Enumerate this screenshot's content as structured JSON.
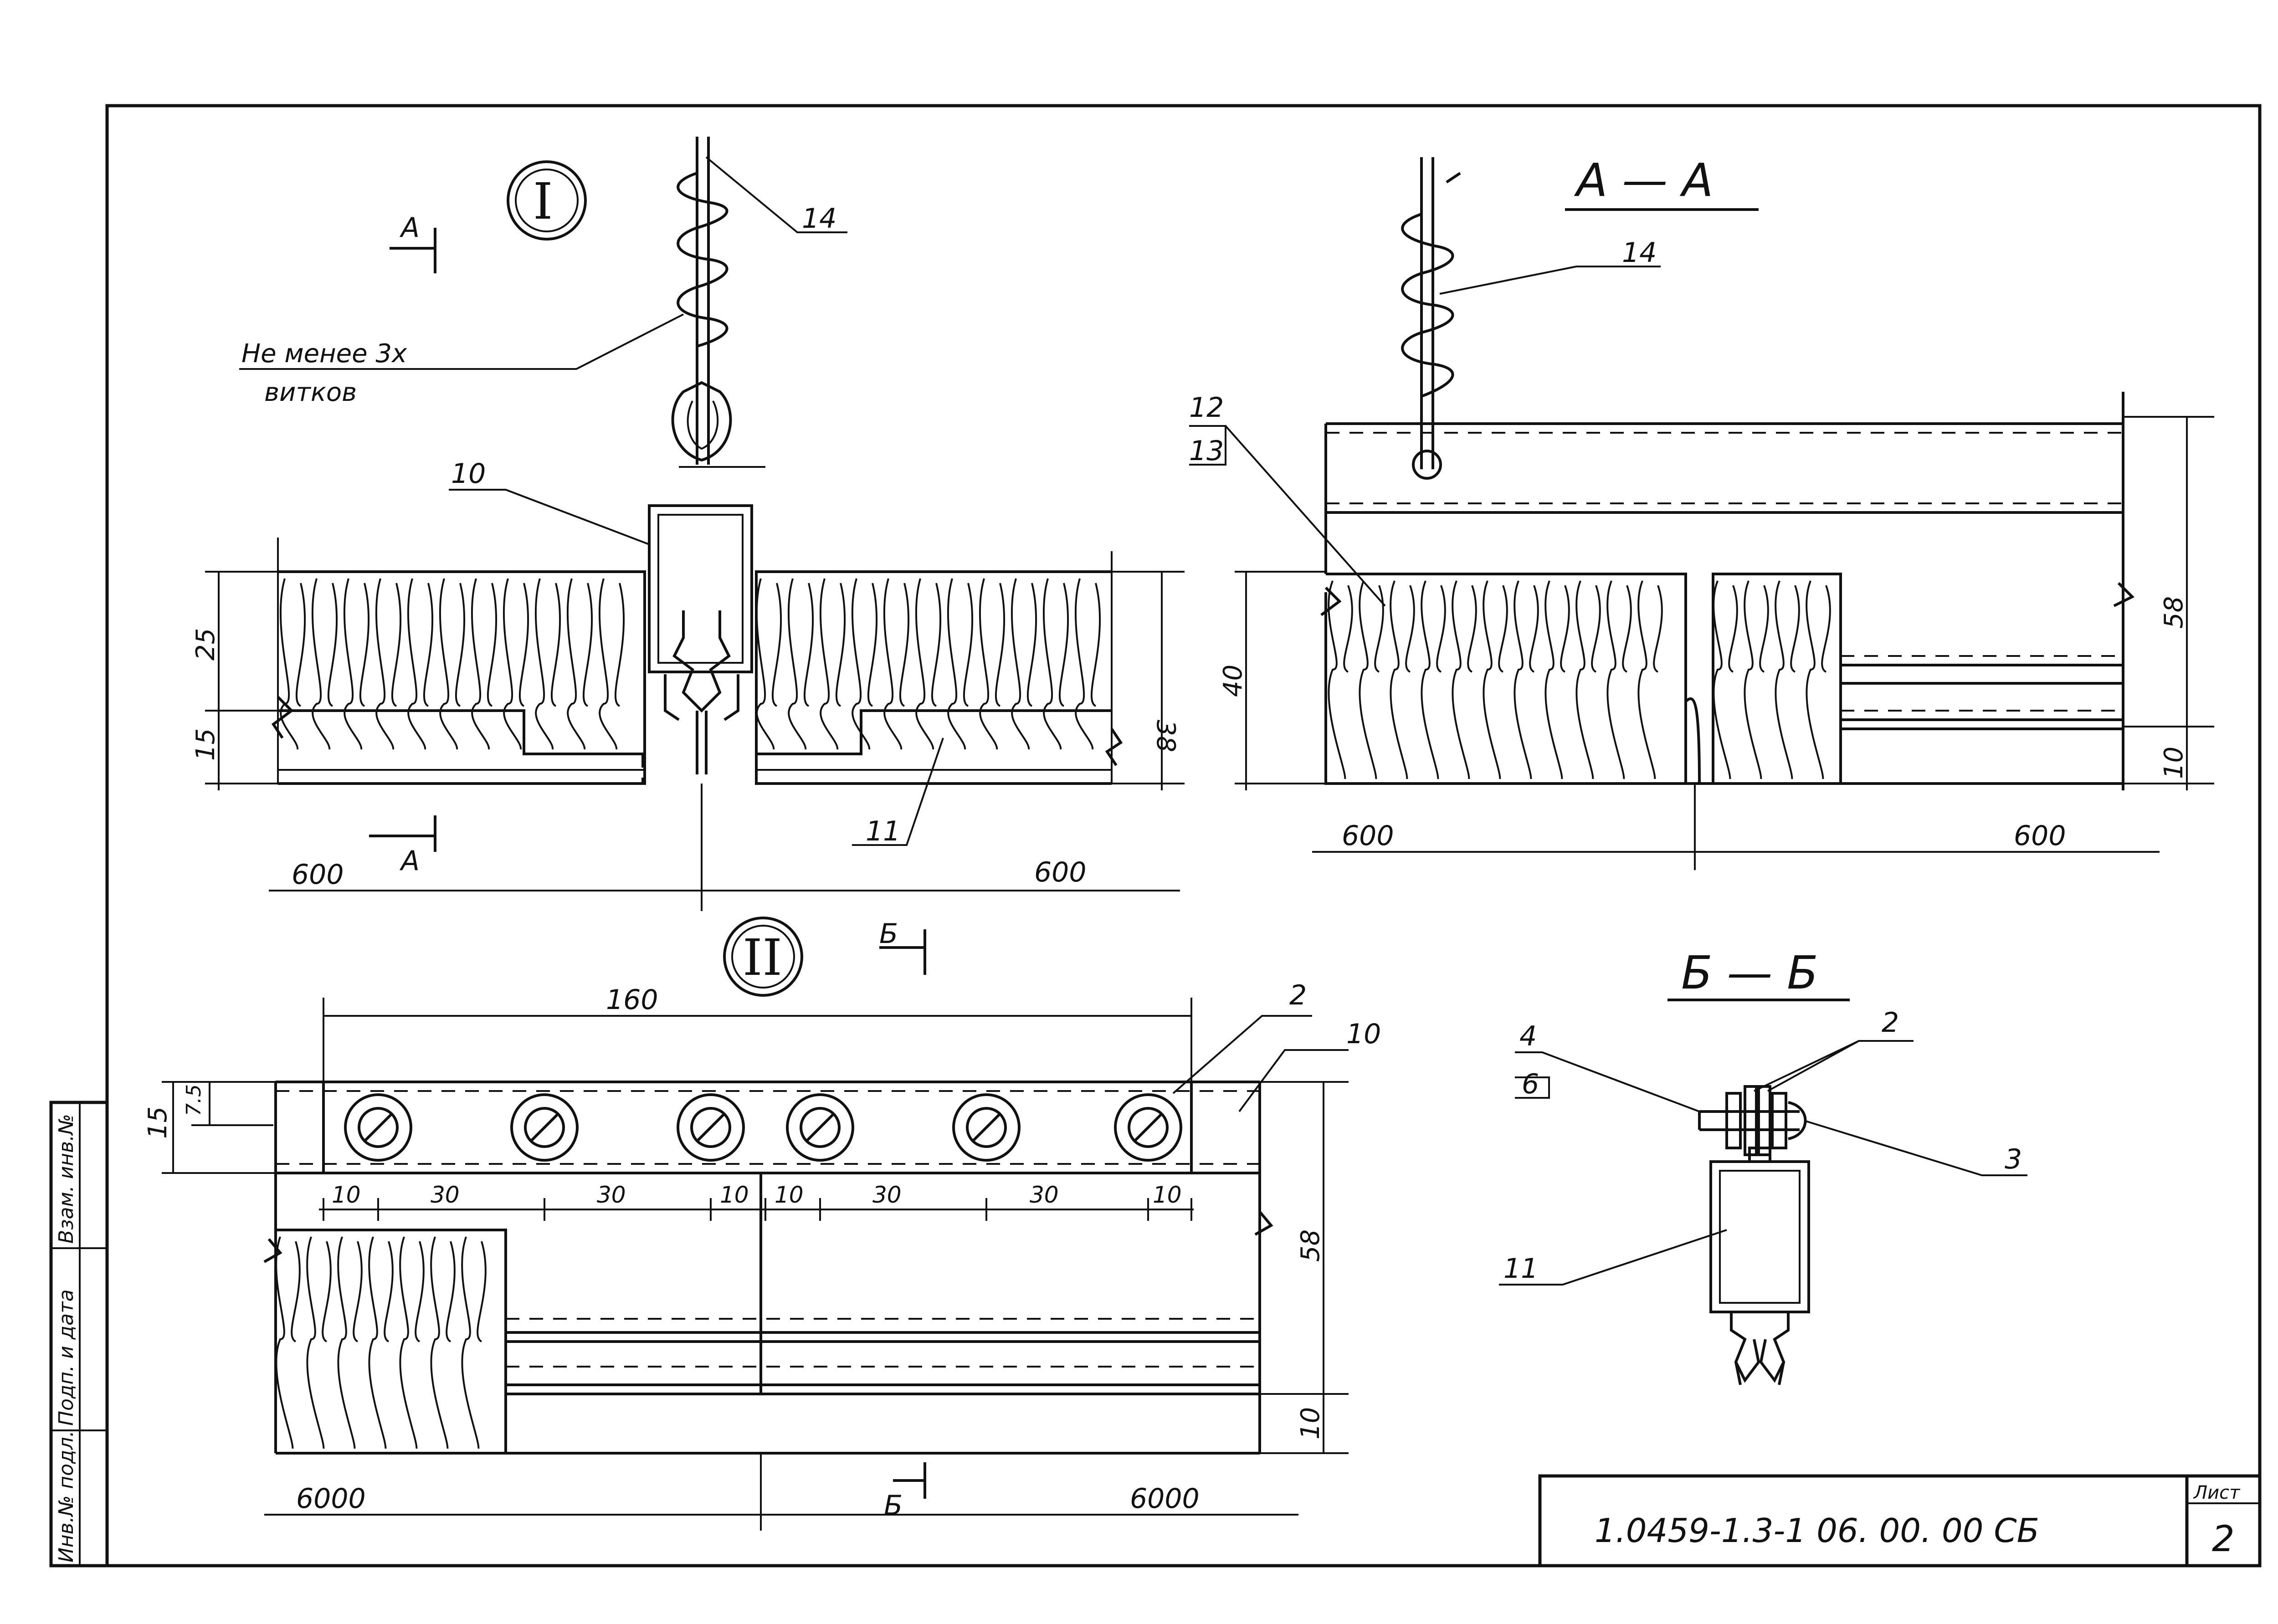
{
  "sheet": {
    "document_code": "1.0459-1.3-1 06. 00. 00 СБ",
    "sheet_label": "Лист",
    "sheet_number": "2",
    "side_stamp": [
      "Инв.№ подл.",
      "Подп. и дата",
      "Взам. инв.№"
    ]
  },
  "node1": {
    "marker": "I",
    "section_mark": "A",
    "note_line1": "Не менее 3х",
    "note_line2": "витков",
    "callouts": {
      "rod": "14",
      "profile": "10",
      "panel": "11"
    },
    "dims": {
      "top_layer": "25",
      "bottom_layer": "15",
      "total": "38",
      "left_span": "600",
      "right_span": "600"
    }
  },
  "section_aa": {
    "title": "А — А",
    "callouts": {
      "rod": "14",
      "wool": "12",
      "wool_alt": "13"
    },
    "dims": {
      "height": "40",
      "total": "58",
      "lip": "10",
      "left_span": "600",
      "right_span": "600"
    }
  },
  "node2": {
    "marker": "II",
    "section_mark": "Б",
    "callouts": {
      "plate": "2",
      "profile": "10"
    },
    "dims": {
      "overall": "160",
      "height": "15",
      "half": "7.5",
      "pitches": [
        "10",
        "30",
        "30",
        "10",
        "10",
        "30",
        "30",
        "10"
      ],
      "total": "58",
      "lip": "10",
      "left_span": "6000",
      "right_span": "6000"
    }
  },
  "section_bb": {
    "title": "Б — Б",
    "callouts": {
      "bolt": "4",
      "bolt_alt": "6",
      "plate": "2",
      "nut": "3",
      "profile": "11"
    }
  }
}
